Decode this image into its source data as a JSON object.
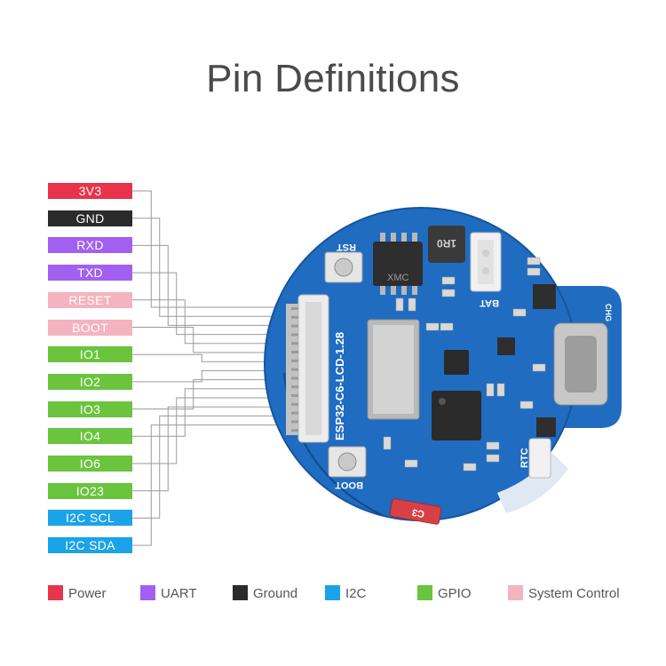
{
  "title": "Pin Definitions",
  "pins": [
    {
      "label": "3V3",
      "group": "Power"
    },
    {
      "label": "GND",
      "group": "Ground"
    },
    {
      "label": "RXD",
      "group": "UART"
    },
    {
      "label": "TXD",
      "group": "UART"
    },
    {
      "label": "RESET",
      "group": "System Control"
    },
    {
      "label": "BOOT",
      "group": "System Control"
    },
    {
      "label": "IO1",
      "group": "GPIO"
    },
    {
      "label": "IO2",
      "group": "GPIO"
    },
    {
      "label": "IO3",
      "group": "GPIO"
    },
    {
      "label": "IO4",
      "group": "GPIO"
    },
    {
      "label": "IO6",
      "group": "GPIO"
    },
    {
      "label": "IO23",
      "group": "GPIO"
    },
    {
      "label": "I2C SCL",
      "group": "I2C"
    },
    {
      "label": "I2C SDA",
      "group": "I2C"
    }
  ],
  "legend": [
    {
      "label": "Power",
      "color": "#e8334a"
    },
    {
      "label": "UART",
      "color": "#a260f0"
    },
    {
      "label": "Ground",
      "color": "#2b2b2b"
    },
    {
      "label": "I2C",
      "color": "#1aa3e8"
    },
    {
      "label": "GPIO",
      "color": "#6ac43e"
    },
    {
      "label": "System Control",
      "color": "#f4b3bf"
    }
  ],
  "board": {
    "silkscreen_model": "ESP32-C6-LCD-1.28",
    "rst_label": "RST",
    "boot_label": "BOOT",
    "bat_label": "BAT",
    "rtc_label": "RTC",
    "chg_label": "CHG",
    "inductor_label": "1R0",
    "flash_chip_label": "XMC",
    "led_label": "C3"
  }
}
